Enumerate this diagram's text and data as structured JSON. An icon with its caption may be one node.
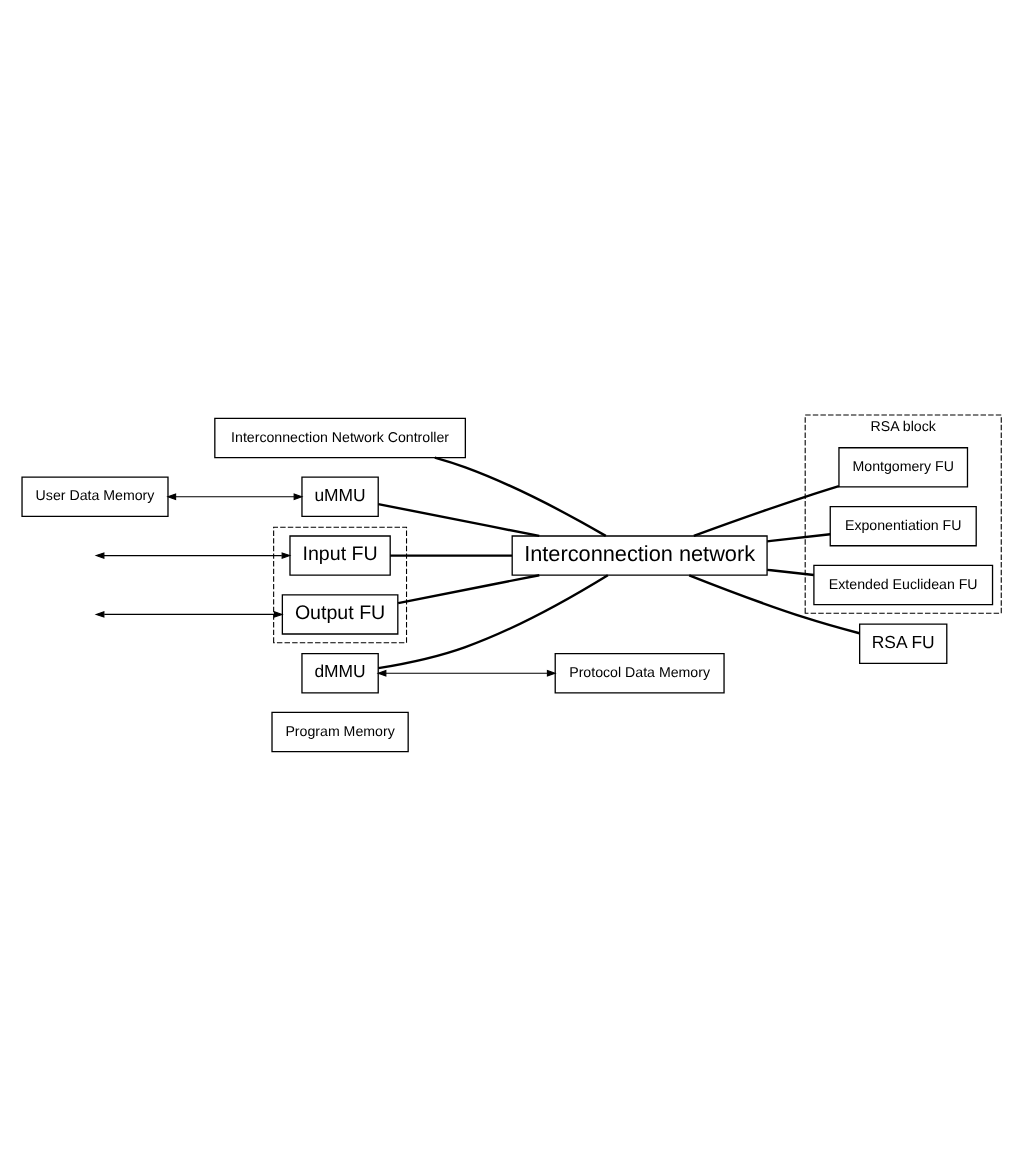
{
  "diagram": {
    "nodes": [
      {
        "text": [
          "Program Memory"
        ]
      },
      {
        "text": [
          "Interconnection Network Controller"
        ]
      },
      {
        "text": [
          "User Data Memory"
        ]
      },
      {
        "text": [
          "uMMU"
        ]
      },
      {
        "text": [],
        "shape": "box"
      },
      {
        "text": [
          "Input FU"
        ],
        "in": 4
      },
      {
        "text": [
          "Output FU"
        ],
        "in": 4
      },
      {
        "text": [
          "dMMU"
        ]
      },
      {
        "text": [
          "Protocol Data Memory"
        ]
      },
      {
        "text": [
          "Interconnection network"
        ]
      },
      {
        "text": [
          "RSA block"
        ]
      },
      {
        "text": [
          "Montgomery FU"
        ],
        "in": 10
      },
      {
        "text": [
          "Exponentiation FU"
        ],
        "in": 10
      },
      {
        "text": [
          "Extended Euclidean FU"
        ],
        "in": 10
      },
      {
        "text": [
          "RSA FU"
        ]
      }
    ],
    "edges": [
      {
        "from": 1,
        "to": 9,
        "arrow": "none"
      },
      {
        "from": 2,
        "to": 3,
        "arrow": "both"
      },
      {
        "from": 3,
        "to": 9,
        "arrow": "none"
      },
      {
        "from": null,
        "to": 5,
        "arrow": "both"
      },
      {
        "from": null,
        "to": 6,
        "arrow": "both"
      },
      {
        "from": 5,
        "to": 9,
        "arrow": "none"
      },
      {
        "from": 6,
        "to": 9,
        "arrow": "none"
      },
      {
        "from": 7,
        "to": 9,
        "arrow": "none"
      },
      {
        "from": 7,
        "to": 8,
        "arrow": "both"
      },
      {
        "from": 9,
        "to": 11,
        "arrow": "none"
      },
      {
        "from": 9,
        "to": 12,
        "arrow": "none"
      },
      {
        "from": 9,
        "to": 13,
        "arrow": "none"
      },
      {
        "from": 9,
        "to": 14,
        "arrow": "none"
      }
    ]
  }
}
